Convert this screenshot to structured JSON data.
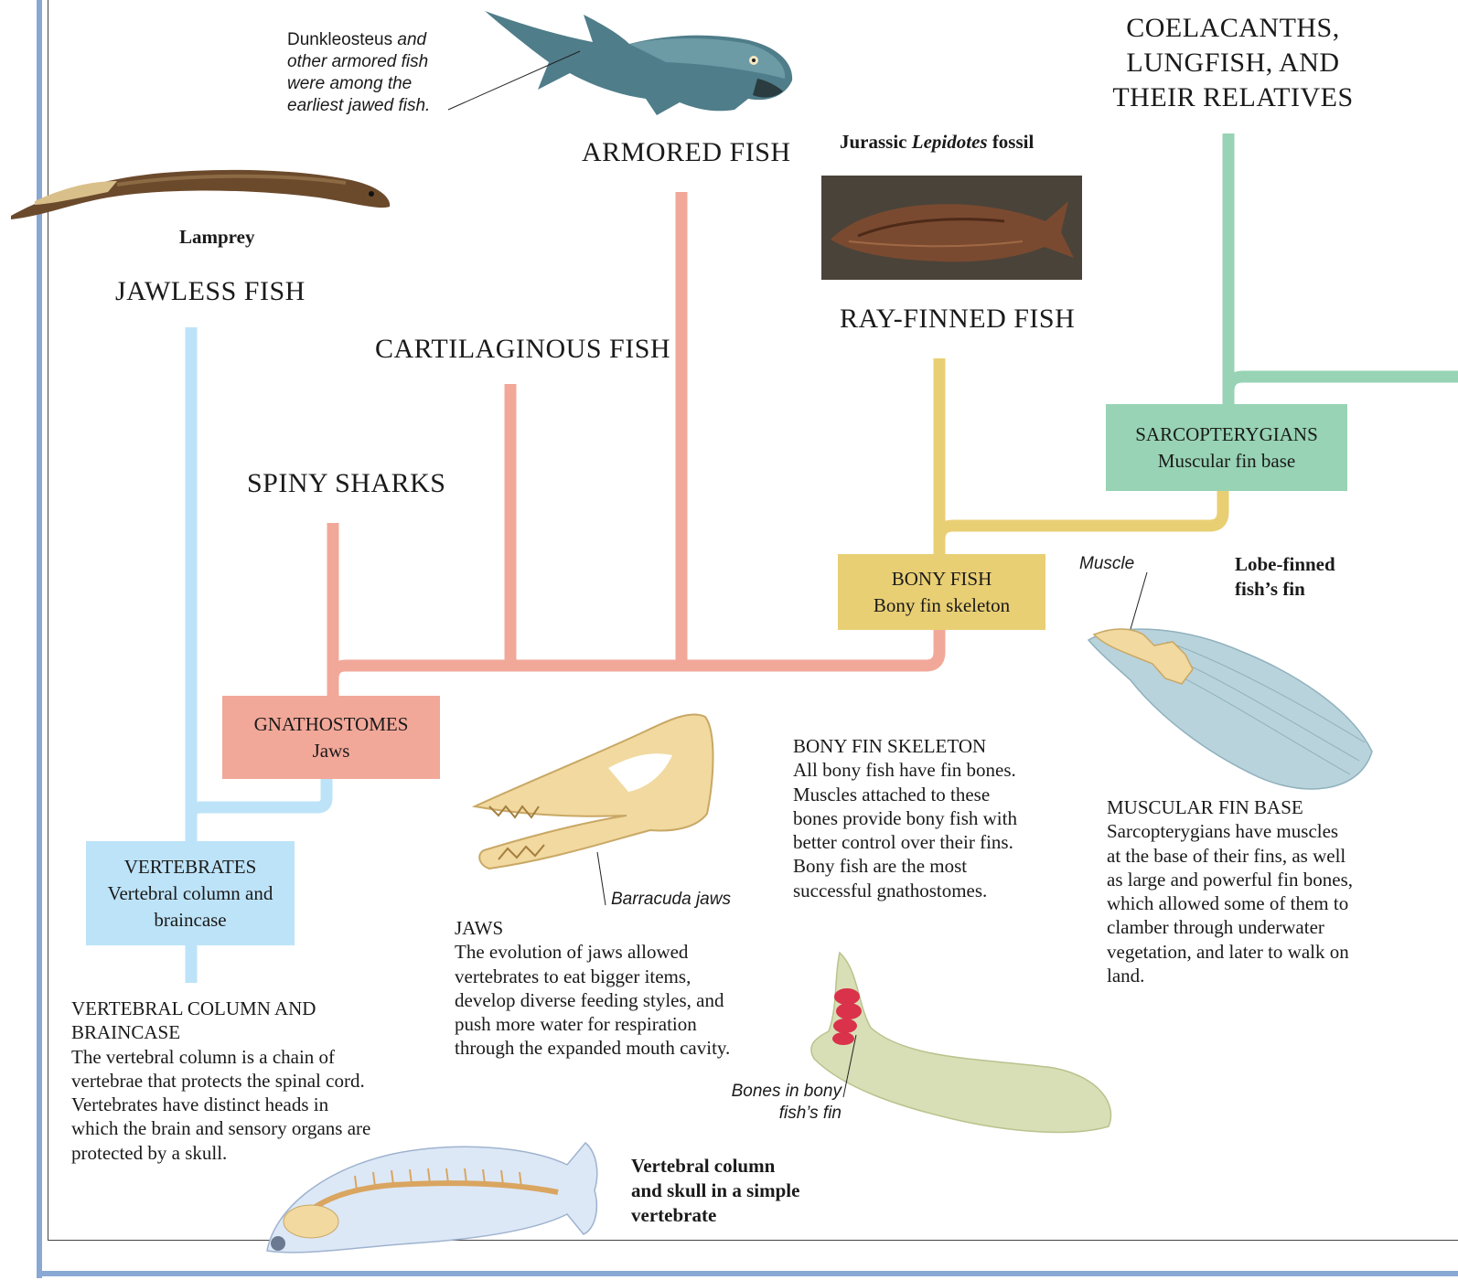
{
  "colors": {
    "frame": "#8aa8d4",
    "vertebrates": "#bde3f8",
    "gnathostomes": "#f2a899",
    "bony_fish": "#e9cf74",
    "sarcopterygians": "#97d3b4"
  },
  "groups": {
    "jawless": "JAWLESS FISH",
    "armored": "ARMORED FISH",
    "cartilaginous": "CARTILAGINOUS FISH",
    "spiny_sharks": "SPINY SHARKS",
    "ray_finned": "RAY-FINNED FISH",
    "coelacanths": [
      "COELACANTHS,",
      "LUNGFISH, AND",
      "THEIR RELATIVES"
    ]
  },
  "boxes": {
    "vertebrates": {
      "title": "VERTEBRATES",
      "subtitle": "Vertebral column and braincase"
    },
    "gnathostomes": {
      "title": "GNATHOSTOMES",
      "subtitle": "Jaws"
    },
    "bony_fish": {
      "title": "BONY FISH",
      "subtitle": "Bony fin skeleton"
    },
    "sarcopterygians": {
      "title": "SARCOPTERYGIANS",
      "subtitle": "Muscular fin base"
    }
  },
  "captions": {
    "lamprey": "Lamprey",
    "dunkleosteus_name": "Dunkleosteus",
    "dunkleosteus_rest": " and other armored fish were among the earliest jawed fish.",
    "lepidotes_pre": "Jurassic ",
    "lepidotes_italic": "Lepidotes",
    "lepidotes_post": " fossil",
    "barracuda": "Barracuda jaws",
    "muscle": "Muscle",
    "lobe_fin": "Lobe-finned fish’s fin",
    "bones_in_fin": "Bones in bony fish’s fin",
    "vertebral_skull": "Vertebral column and skull in a simple vertebrate"
  },
  "texts": {
    "vertebral": {
      "heading": "VERTEBRAL COLUMN AND BRAINCASE",
      "body": "The vertebral column is a chain of vertebrae that protects the spinal cord. Vertebrates have distinct heads in which the brain and sensory organs are protected by a skull."
    },
    "jaws": {
      "heading": "JAWS",
      "body": "The evolution of jaws allowed vertebrates to eat bigger items, develop diverse feeding styles, and push more water for respiration through the expanded mouth cavity."
    },
    "bony_fin": {
      "heading": "BONY FIN SKELETON",
      "body": "All bony fish have fin bones. Muscles attached to these bones provide bony fish with better control over their fins. Bony fish are the most successful gnathostomes."
    },
    "muscular_fin": {
      "heading": "MUSCULAR FIN BASE",
      "body": "Sarcopterygians have muscles at the base of their fins, as well as large and powerful fin bones, which allowed some of them to clamber through underwater vegetation, and later to walk on land."
    }
  }
}
